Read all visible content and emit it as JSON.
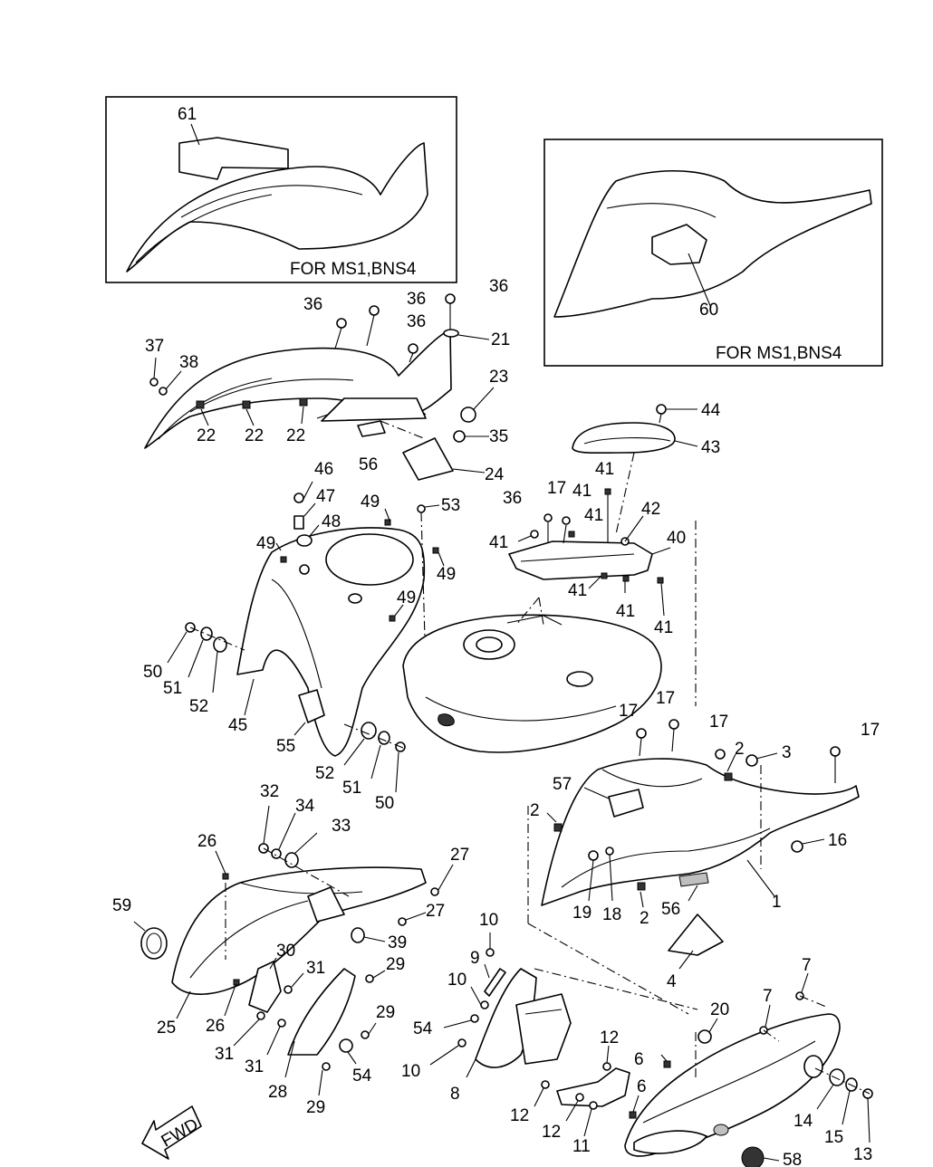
{
  "insets": {
    "left_caption": "FOR MS1,BNS4",
    "right_caption": "FOR MS1,BNS4"
  },
  "fwd_label": "FWD",
  "labels": {
    "p61": "61",
    "p60": "60",
    "p36a": "36",
    "p36b": "36",
    "p36c": "36",
    "p36d": "36",
    "p36e": "36",
    "p37": "37",
    "p38": "38",
    "p21": "21",
    "p23": "23",
    "p35": "35",
    "p22a": "22",
    "p22b": "22",
    "p22c": "22",
    "p56a": "56",
    "p24": "24",
    "p44": "44",
    "p43": "43",
    "p46": "46",
    "p47": "47",
    "p48": "48",
    "p49a": "49",
    "p49b": "49",
    "p49c": "49",
    "p49d": "49",
    "p53": "53",
    "p50a": "50",
    "p51a": "51",
    "p52a": "52",
    "p45": "45",
    "p55": "55",
    "p52b": "52",
    "p51b": "51",
    "p50b": "50",
    "p41a": "41",
    "p41b": "41",
    "p41c": "41",
    "p41d": "41",
    "p41e": "41",
    "p41f": "41",
    "p41g": "41",
    "p17a": "17",
    "p42": "42",
    "p40": "40",
    "p17b": "17",
    "p17c": "17",
    "p17d": "17",
    "p17e": "17",
    "p2a": "2",
    "p3": "3",
    "p57": "57",
    "p2b": "2",
    "p16": "16",
    "p19": "19",
    "p18": "18",
    "p2c": "2",
    "p56b": "56",
    "p1": "1",
    "p4": "4",
    "p32": "32",
    "p34": "34",
    "p33": "33",
    "p26a": "26",
    "p27a": "27",
    "p27b": "27",
    "p59": "59",
    "p39": "39",
    "p30": "30",
    "p31a": "31",
    "p29a": "29",
    "p25": "25",
    "p26b": "26",
    "p31b": "31",
    "p31c": "31",
    "p29b": "29",
    "p28": "28",
    "p29c": "29",
    "p54a": "54",
    "p10a": "10",
    "p9": "9",
    "p10b": "10",
    "p54b": "54",
    "p10c": "10",
    "p8": "8",
    "p20": "20",
    "p7a": "7",
    "p7b": "7",
    "p12a": "12",
    "p6a": "6",
    "p6b": "6",
    "p12b": "12",
    "p12c": "12",
    "p11": "11",
    "p14": "14",
    "p15": "15",
    "p13": "13",
    "p58": "58"
  }
}
